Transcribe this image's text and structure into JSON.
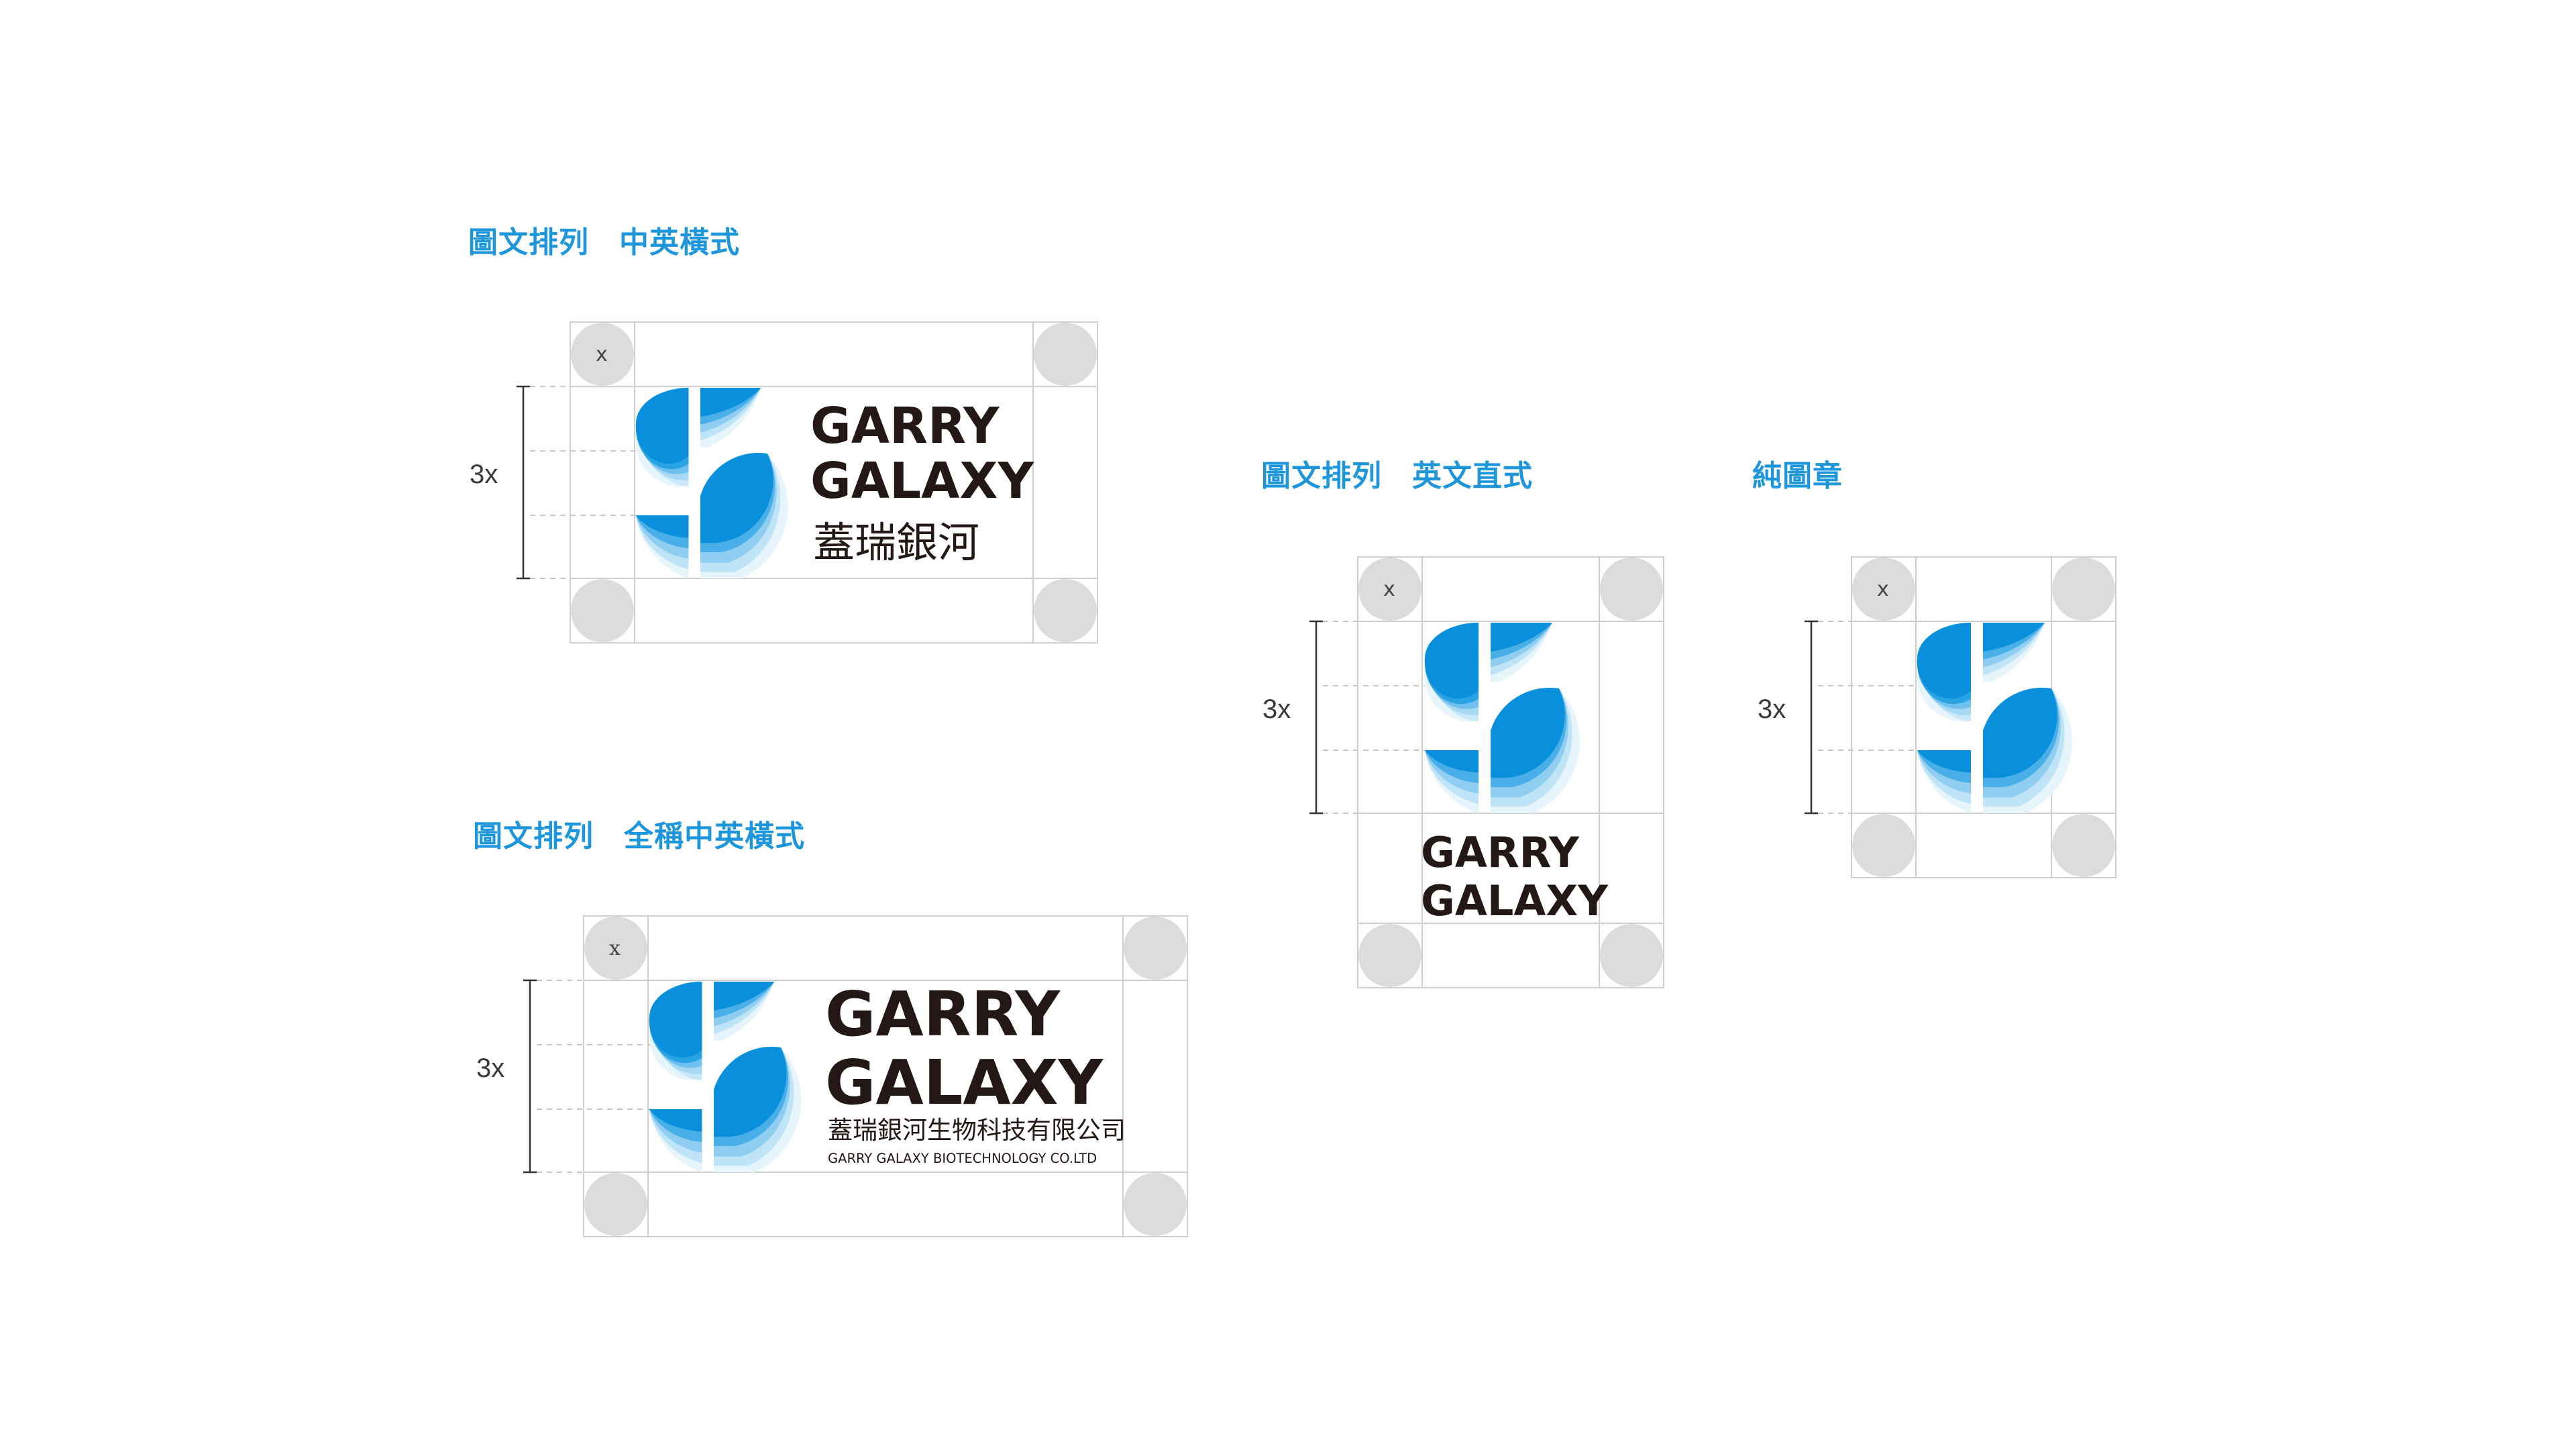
{
  "sections": {
    "horizontal": {
      "title": "圖文排列　中英橫式",
      "unit_label": "x",
      "dimension_label": "3x",
      "wordmark_line1": "GARRY",
      "wordmark_line2": "GALAXY",
      "chinese_name": "蓋瑞銀河"
    },
    "full_horizontal": {
      "title": "圖文排列　全稱中英橫式",
      "unit_label": "x",
      "dimension_label": "3x",
      "wordmark_line1": "GARRY",
      "wordmark_line2": "GALAXY",
      "chinese_full_name": "蓋瑞銀河生物科技有限公司",
      "english_full_name": "GARRY GALAXY BIOTECHNOLOGY CO.LTD"
    },
    "vertical": {
      "title": "圖文排列　英文直式",
      "unit_label": "x",
      "dimension_label": "3x",
      "wordmark_line1": "GARRY",
      "wordmark_line2": "GALAXY"
    },
    "emblem_only": {
      "title": "純圖章",
      "unit_label": "x",
      "dimension_label": "3x"
    }
  },
  "colors": {
    "title_blue": "#1e96dc",
    "logo_blue_dark": "#0a8fdc",
    "logo_blue_light": "#bfe3f7",
    "wordmark": "#231815",
    "grid": "#cfcfcf",
    "clearspace_circle": "#dcdcdc"
  }
}
